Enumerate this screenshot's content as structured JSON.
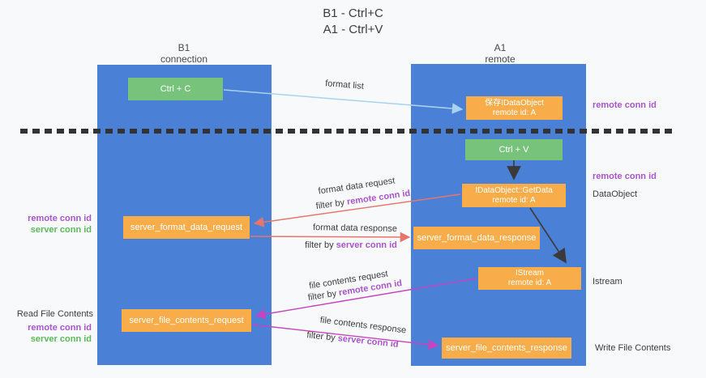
{
  "title": {
    "line1": "B1 - Ctrl+C",
    "line2": "A1 - Ctrl+V"
  },
  "lanes": {
    "b1": {
      "name": "B1",
      "role": "connection"
    },
    "a1": {
      "name": "A1",
      "role": "remote"
    }
  },
  "nodes": {
    "ctrl_c": {
      "label": "Ctrl + C"
    },
    "ctrl_v": {
      "label": "Ctrl + V"
    },
    "save_idataobject": {
      "line1": "保存IDataObject",
      "line2": "remote id: A"
    },
    "idataobject_getdata": {
      "line1": "IDataObject::GetData",
      "line2": "remote id: A"
    },
    "istream": {
      "line1": "IStream",
      "line2": "remote id: A"
    },
    "server_format_data_request": {
      "label": "server_format_data_request"
    },
    "server_format_data_response": {
      "label": "server_format_data_response"
    },
    "server_file_contents_request": {
      "label": "server_file_contents_request"
    },
    "server_file_contents_response": {
      "label": "server_file_contents_response"
    }
  },
  "edges": {
    "format_list": "format list",
    "format_data_request": "format data request",
    "format_data_response": "format data response",
    "file_contents_request": "file contents request",
    "file_contents_response": "file contents response",
    "filter_by": "filter by"
  },
  "annotations": {
    "remote_conn_id": "remote conn id",
    "server_conn_id": "server conn id",
    "dataobject": "DataObject",
    "istream": "Istream",
    "read_file_contents": "Read File Contents",
    "write_file_contents": "Write File Contents"
  },
  "colors": {
    "lane_blue": "#4a80d6",
    "node_green": "#77c37c",
    "node_orange": "#f9ad4a",
    "arrow_light_blue": "#a9d2ee",
    "arrow_red": "#e8756b",
    "arrow_magenta": "#c544c0",
    "arrow_black": "#3a3a3a",
    "text_purple": "#a855cc",
    "text_green": "#5cb85c",
    "dashed_line": "#333333"
  }
}
